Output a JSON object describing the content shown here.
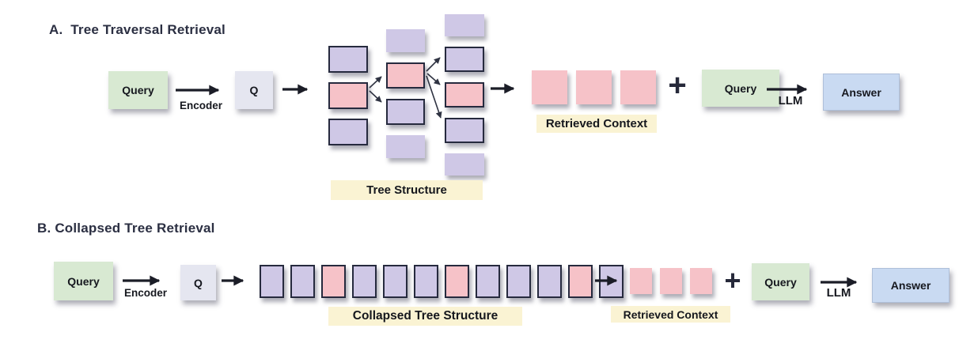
{
  "palette": {
    "query_green": "#d8e9d2",
    "embedding_lavender": "#e5e6f0",
    "node_purple": "#cfc8e6",
    "node_pink": "#f6c2c8",
    "answer_blue": "#c9daf2",
    "caption_yellow": "#faf3d3",
    "node_border": "#262a3e",
    "heading_text": "#2b2f42",
    "arrow": "#1b1d27"
  },
  "section_a": {
    "heading": "A.  Tree Traversal Retrieval",
    "query_label": "Query",
    "encoder_label": "Encoder",
    "embedding_label": "Q",
    "tree_caption": "Tree Structure",
    "tree": {
      "col1": [
        {
          "color": "purple",
          "border": true
        },
        {
          "color": "pink",
          "border": true
        },
        {
          "color": "purple",
          "border": true
        }
      ],
      "col2": [
        {
          "color": "purple",
          "border": false
        },
        {
          "color": "pink",
          "border": true
        },
        {
          "color": "purple",
          "border": true
        },
        {
          "color": "purple",
          "border": false
        }
      ],
      "col3": [
        {
          "color": "purple",
          "border": false
        },
        {
          "color": "purple",
          "border": true
        },
        {
          "color": "pink",
          "border": true
        },
        {
          "color": "purple",
          "border": true
        },
        {
          "color": "purple",
          "border": false
        }
      ]
    },
    "retrieved_chunks": [
      {
        "color": "pink",
        "border": false
      },
      {
        "color": "pink",
        "border": false
      },
      {
        "color": "pink",
        "border": false
      }
    ],
    "retrieved_caption": "Retrieved Context",
    "plus_sign": "+",
    "query2_label": "Query",
    "llm_label": "LLM",
    "answer_label": "Answer"
  },
  "section_b": {
    "heading": "B. Collapsed Tree Retrieval",
    "query_label": "Query",
    "encoder_label": "Encoder",
    "embedding_label": "Q",
    "collapsed_caption": "Collapsed Tree Structure",
    "collapsed_row": [
      {
        "color": "purple",
        "border": true
      },
      {
        "color": "purple",
        "border": true
      },
      {
        "color": "pink",
        "border": true
      },
      {
        "color": "purple",
        "border": true
      },
      {
        "color": "purple",
        "border": true
      },
      {
        "color": "purple",
        "border": true
      },
      {
        "color": "pink",
        "border": true
      },
      {
        "color": "purple",
        "border": true
      },
      {
        "color": "purple",
        "border": true
      },
      {
        "color": "purple",
        "border": true
      },
      {
        "color": "pink",
        "border": true
      },
      {
        "color": "purple",
        "border": true
      }
    ],
    "retrieved_chunks": [
      {
        "color": "pink",
        "border": false
      },
      {
        "color": "pink",
        "border": false
      },
      {
        "color": "pink",
        "border": false
      }
    ],
    "retrieved_caption": "Retrieved Context",
    "plus_sign": "+",
    "query2_label": "Query",
    "llm_label": "LLM",
    "answer_label": "Answer"
  }
}
